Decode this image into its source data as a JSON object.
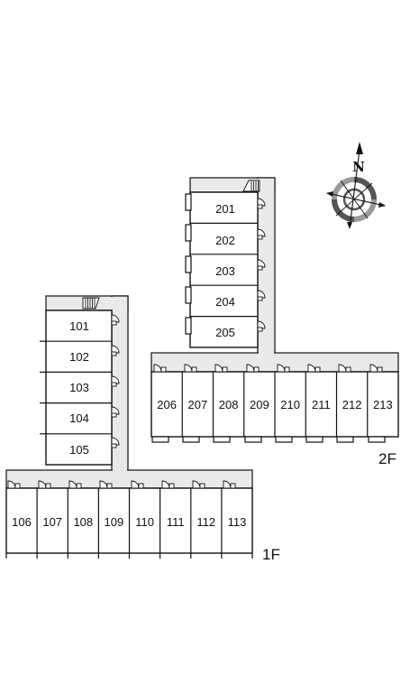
{
  "floors": {
    "first": {
      "label": "1F",
      "upper_units": [
        "101",
        "102",
        "103",
        "104",
        "105"
      ],
      "lower_units": [
        "106",
        "107",
        "108",
        "109",
        "110",
        "111",
        "112",
        "113"
      ]
    },
    "second": {
      "label": "2F",
      "upper_units": [
        "201",
        "202",
        "203",
        "204",
        "205"
      ],
      "lower_units": [
        "206",
        "207",
        "208",
        "209",
        "210",
        "211",
        "212",
        "213"
      ]
    }
  },
  "compass": {
    "label": "N",
    "icon": "north-arrow-compass-icon"
  },
  "colors": {
    "corridor": "#e9e9e9",
    "wall": "#111111",
    "compass_ring": "#9a9a9a",
    "compass_dark": "#555555"
  }
}
